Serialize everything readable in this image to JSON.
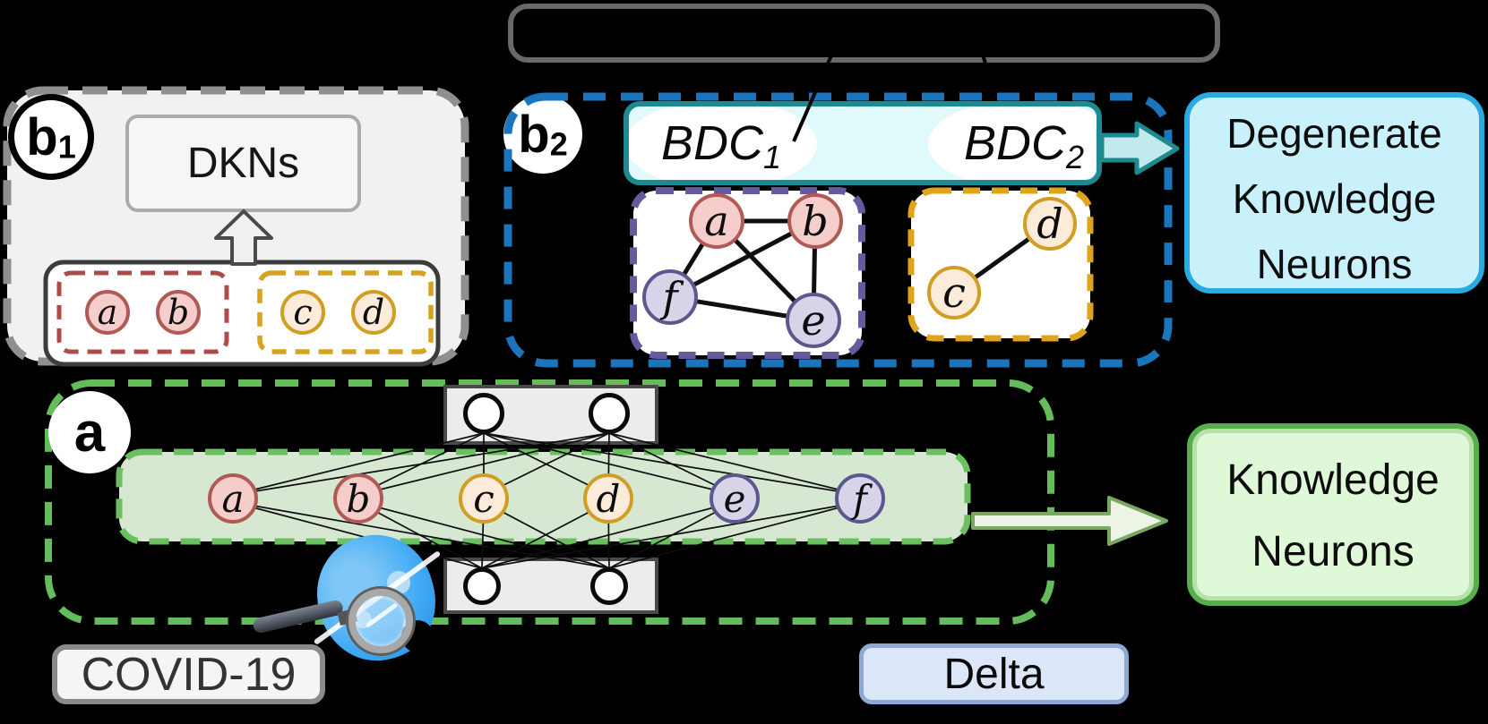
{
  "colors": {
    "background": "#000000",
    "b1_panel_fill": "#f1f1f1",
    "b1_panel_border": "#8f8f8f",
    "b2_panel_border": "#1b75bc",
    "bdc_bar_fill": "#e0f9fb",
    "bdc_bar_border": "#1d8a91",
    "degenerate_box_fill": "#c9f1fb",
    "degenerate_box_border": "#29abe2",
    "a_panel_border": "#64bd5a",
    "hidden_band_fill": "#d7e8d2",
    "knowledge_box_fill": "#dff8d7",
    "knowledge_box_border": "#58ae4c",
    "node_pink_fill": "#f5cdca",
    "node_pink_border": "#b05a56",
    "node_orange_fill": "#fcebd9",
    "node_orange_border": "#cf9e22",
    "node_purple_fill": "#d7d3e8",
    "node_purple_border": "#5e568e",
    "red_group_border": "#b04a48",
    "orange_group_border": "#d6a31c",
    "covid_label_fill": "#f5f5f5",
    "delta_label_fill": "#dbe7f8",
    "delta_label_border": "#8fa9d6",
    "virus_blue": "#3fa9f5"
  },
  "b1": {
    "badge_base": "b",
    "badge_sub": "1",
    "dkns_label": "DKNs",
    "red_nodes": [
      "a",
      "b"
    ],
    "orange_nodes": [
      "c",
      "d"
    ]
  },
  "b2": {
    "badge_base": "b",
    "badge_sub": "2",
    "bdc1_base": "BDC",
    "bdc1_sub": "1",
    "bdc2_base": "BDC",
    "bdc2_sub": "2",
    "purple_graph": {
      "nodes": [
        "a",
        "b",
        "f",
        "e"
      ],
      "edges": [
        [
          "a",
          "b"
        ],
        [
          "a",
          "f"
        ],
        [
          "a",
          "e"
        ],
        [
          "b",
          "f"
        ],
        [
          "b",
          "e"
        ],
        [
          "f",
          "e"
        ]
      ]
    },
    "orange_graph": {
      "nodes": [
        "c",
        "d"
      ],
      "edges": [
        [
          "c",
          "d"
        ]
      ]
    }
  },
  "degenerate_box_lines": [
    "Degenerate",
    "Knowledge",
    "Neurons"
  ],
  "section_a": {
    "badge": "a",
    "hidden_nodes": [
      "a",
      "b",
      "c",
      "d",
      "e",
      "f"
    ],
    "top_io_circle_count": 2,
    "bottom_io_circle_count": 2
  },
  "knowledge_box_lines": [
    "Knowledge",
    "Neurons"
  ],
  "covid_label": "COVID-19",
  "delta_label": "Delta"
}
